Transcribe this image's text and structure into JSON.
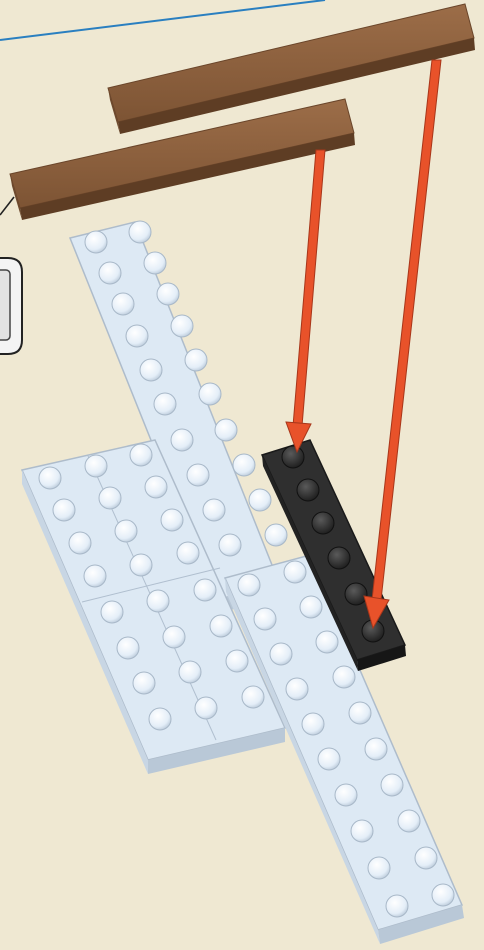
{
  "diagram": {
    "background": "#efe8d2",
    "callout_line_color": "#2a7fc0",
    "colors": {
      "light_blue_plate": "#dde9f4",
      "light_blue_edge": "#aebccb",
      "black_plate": "#2a2a2a",
      "brown_tile": "#8a5d3b",
      "arrow": "#e8522a"
    },
    "parts": [
      {
        "name": "brown-tile-top",
        "color": "brown_tile"
      },
      {
        "name": "brown-tile-bottom",
        "color": "brown_tile"
      },
      {
        "name": "light-blue-long-plate",
        "color": "light_blue_plate"
      },
      {
        "name": "light-blue-square-plate",
        "color": "light_blue_plate"
      },
      {
        "name": "black-plate",
        "color": "black_plate"
      }
    ],
    "arrows": 2
  }
}
